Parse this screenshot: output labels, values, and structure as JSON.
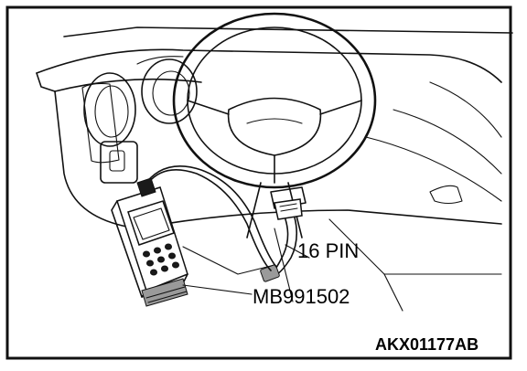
{
  "labels": {
    "connector": "16 PIN",
    "tester": "MB991502",
    "figure_code": "AKX01177AB"
  }
}
